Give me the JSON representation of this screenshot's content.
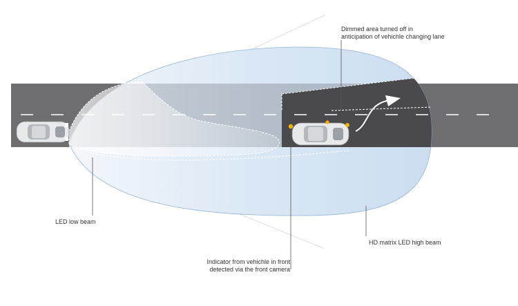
{
  "annotations": {
    "dimmed_area": {
      "line1": "Dimmed area turned off in",
      "line2": "anticipation of vehichle changing lane"
    },
    "low_beam": "LED low beam",
    "high_beam": "HD matrix LED high beam",
    "indicator": {
      "line1": "Indicator from vehichle in front",
      "line2": "detected via the front camera"
    }
  },
  "colors": {
    "road": "#6e6e70",
    "road_dimmed": "#4a4a4c",
    "beam_light": "#dceaf7",
    "beam_edge": "#8fb1d3",
    "lane_marking": "#ffffff",
    "indicator": "#f2b200",
    "callout_line": "#555555"
  },
  "icons": [
    "ego-car-icon",
    "front-car-icon",
    "lane-change-arrow-icon",
    "indicator-light-icon"
  ]
}
